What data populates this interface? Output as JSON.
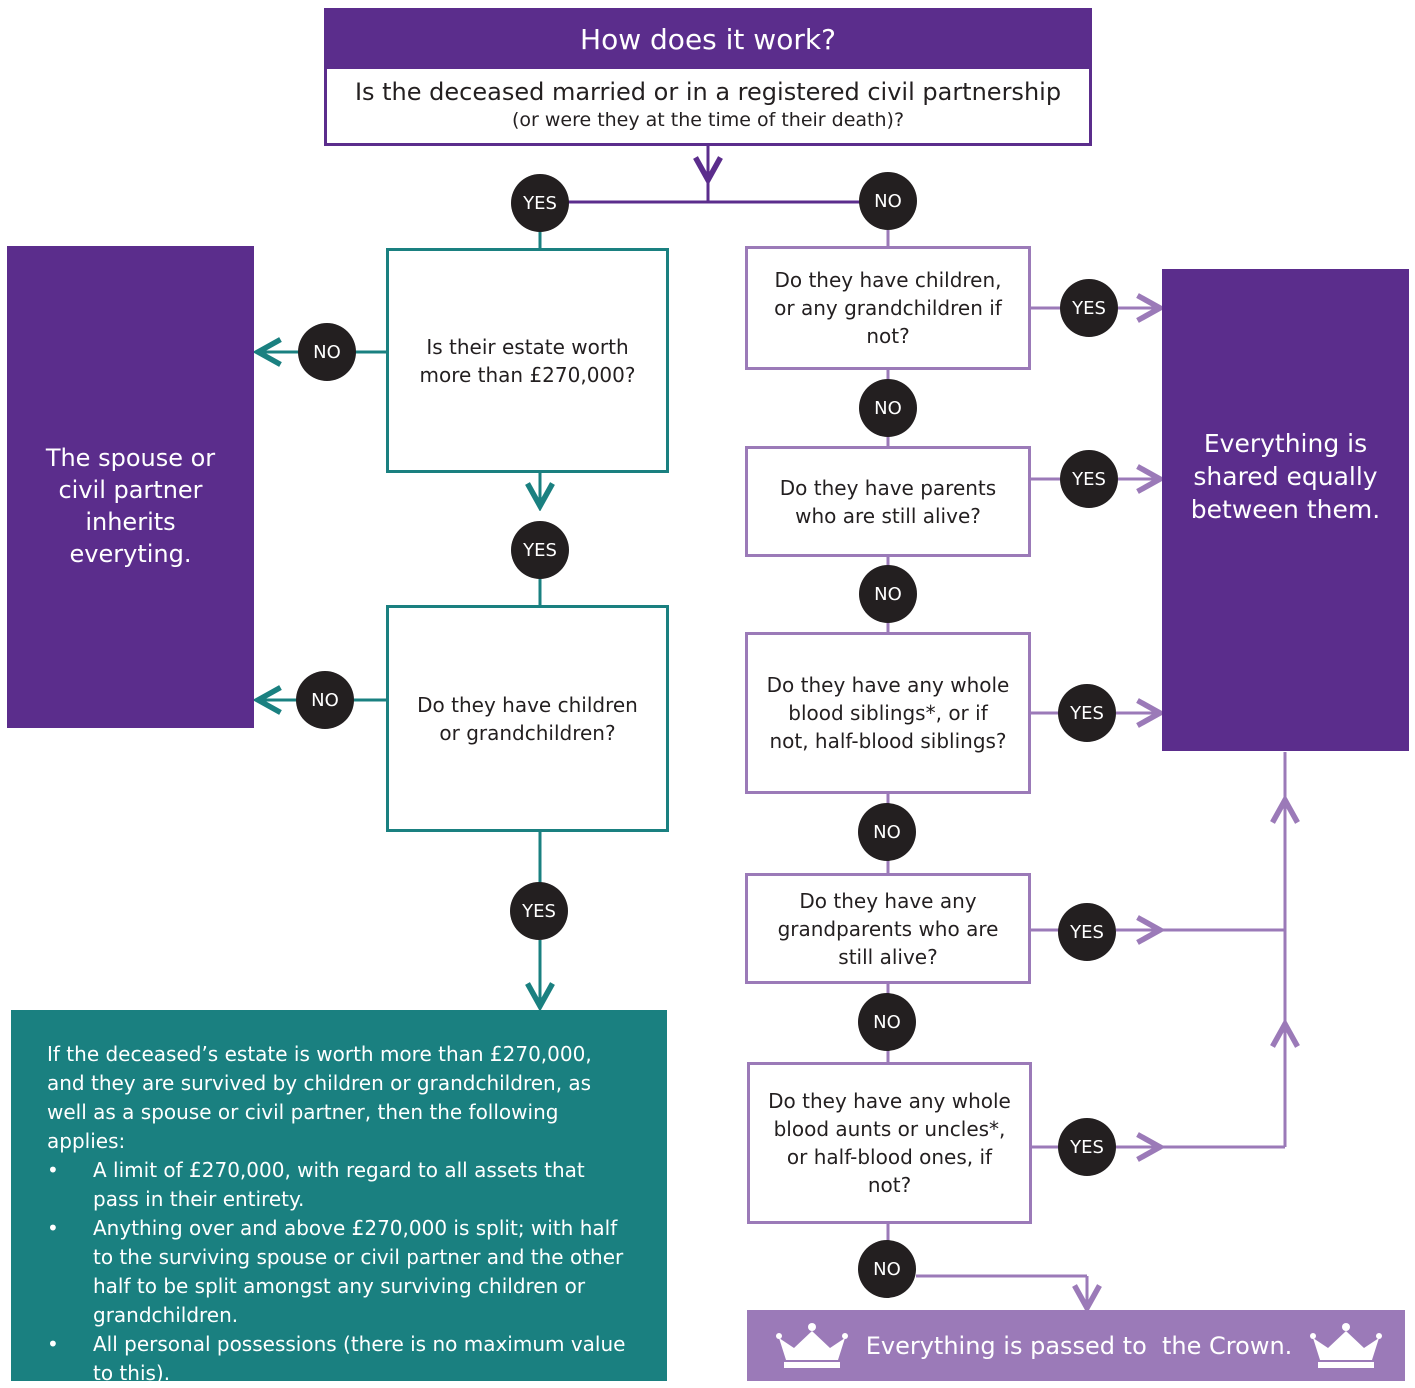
{
  "header": {
    "title": "How does it work?",
    "question_line1": "Is the deceased married or in a registered civil partnership",
    "question_line2": "(or were they at the time of their death)?"
  },
  "branches": {
    "yes": "YES",
    "no": "NO"
  },
  "married_path": {
    "q_estate": "Is their estate worth more than £270,000?",
    "q_children": "Do they have children or grandchildren?",
    "outcome_spouse": "The spouse or civil partner inherits everyting.",
    "outcome_split": {
      "intro": "If the deceased’s estate is worth more than £270,000, and they are survived by children or grandchildren, as well as a spouse or civil partner, then the following applies:",
      "bullets": [
        "A limit of £270,000, with regard to all assets that pass in their entirety.",
        "Anything over and above £270,000 is split; with half to the surviving spouse or civil partner and the other half to be split amongst any surviving children or grandchildren.",
        "All personal possessions (there is no maximum value to this)."
      ]
    }
  },
  "unmarried_path": {
    "questions": [
      "Do they have children, or any grandchildren if not?",
      "Do they have parents who are still alive?",
      "Do they have any whole blood siblings*, or if not, half-blood siblings?",
      "Do they have any grandparents who are still alive?",
      "Do they have any whole blood aunts or uncles*, or half-blood ones, if not?"
    ],
    "outcome_shared": "Everything is shared equally between them.",
    "outcome_crown": "Everything is passed to  the Crown."
  },
  "colors": {
    "purple": "#5b2d8c",
    "teal": "#1a8080",
    "lilac": "#9b7ab8",
    "dark": "#231f20"
  },
  "icons": [
    "crown-icon"
  ]
}
